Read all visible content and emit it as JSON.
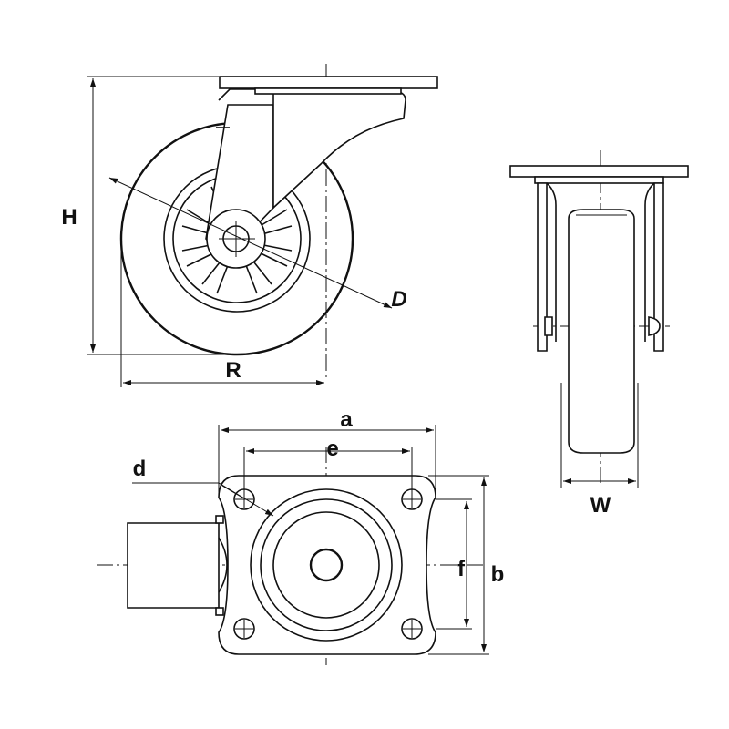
{
  "labels": {
    "H": "H",
    "R": "R",
    "D": "D",
    "W": "W",
    "a": "a",
    "e": "e",
    "d": "d",
    "f": "f",
    "b": "b"
  }
}
